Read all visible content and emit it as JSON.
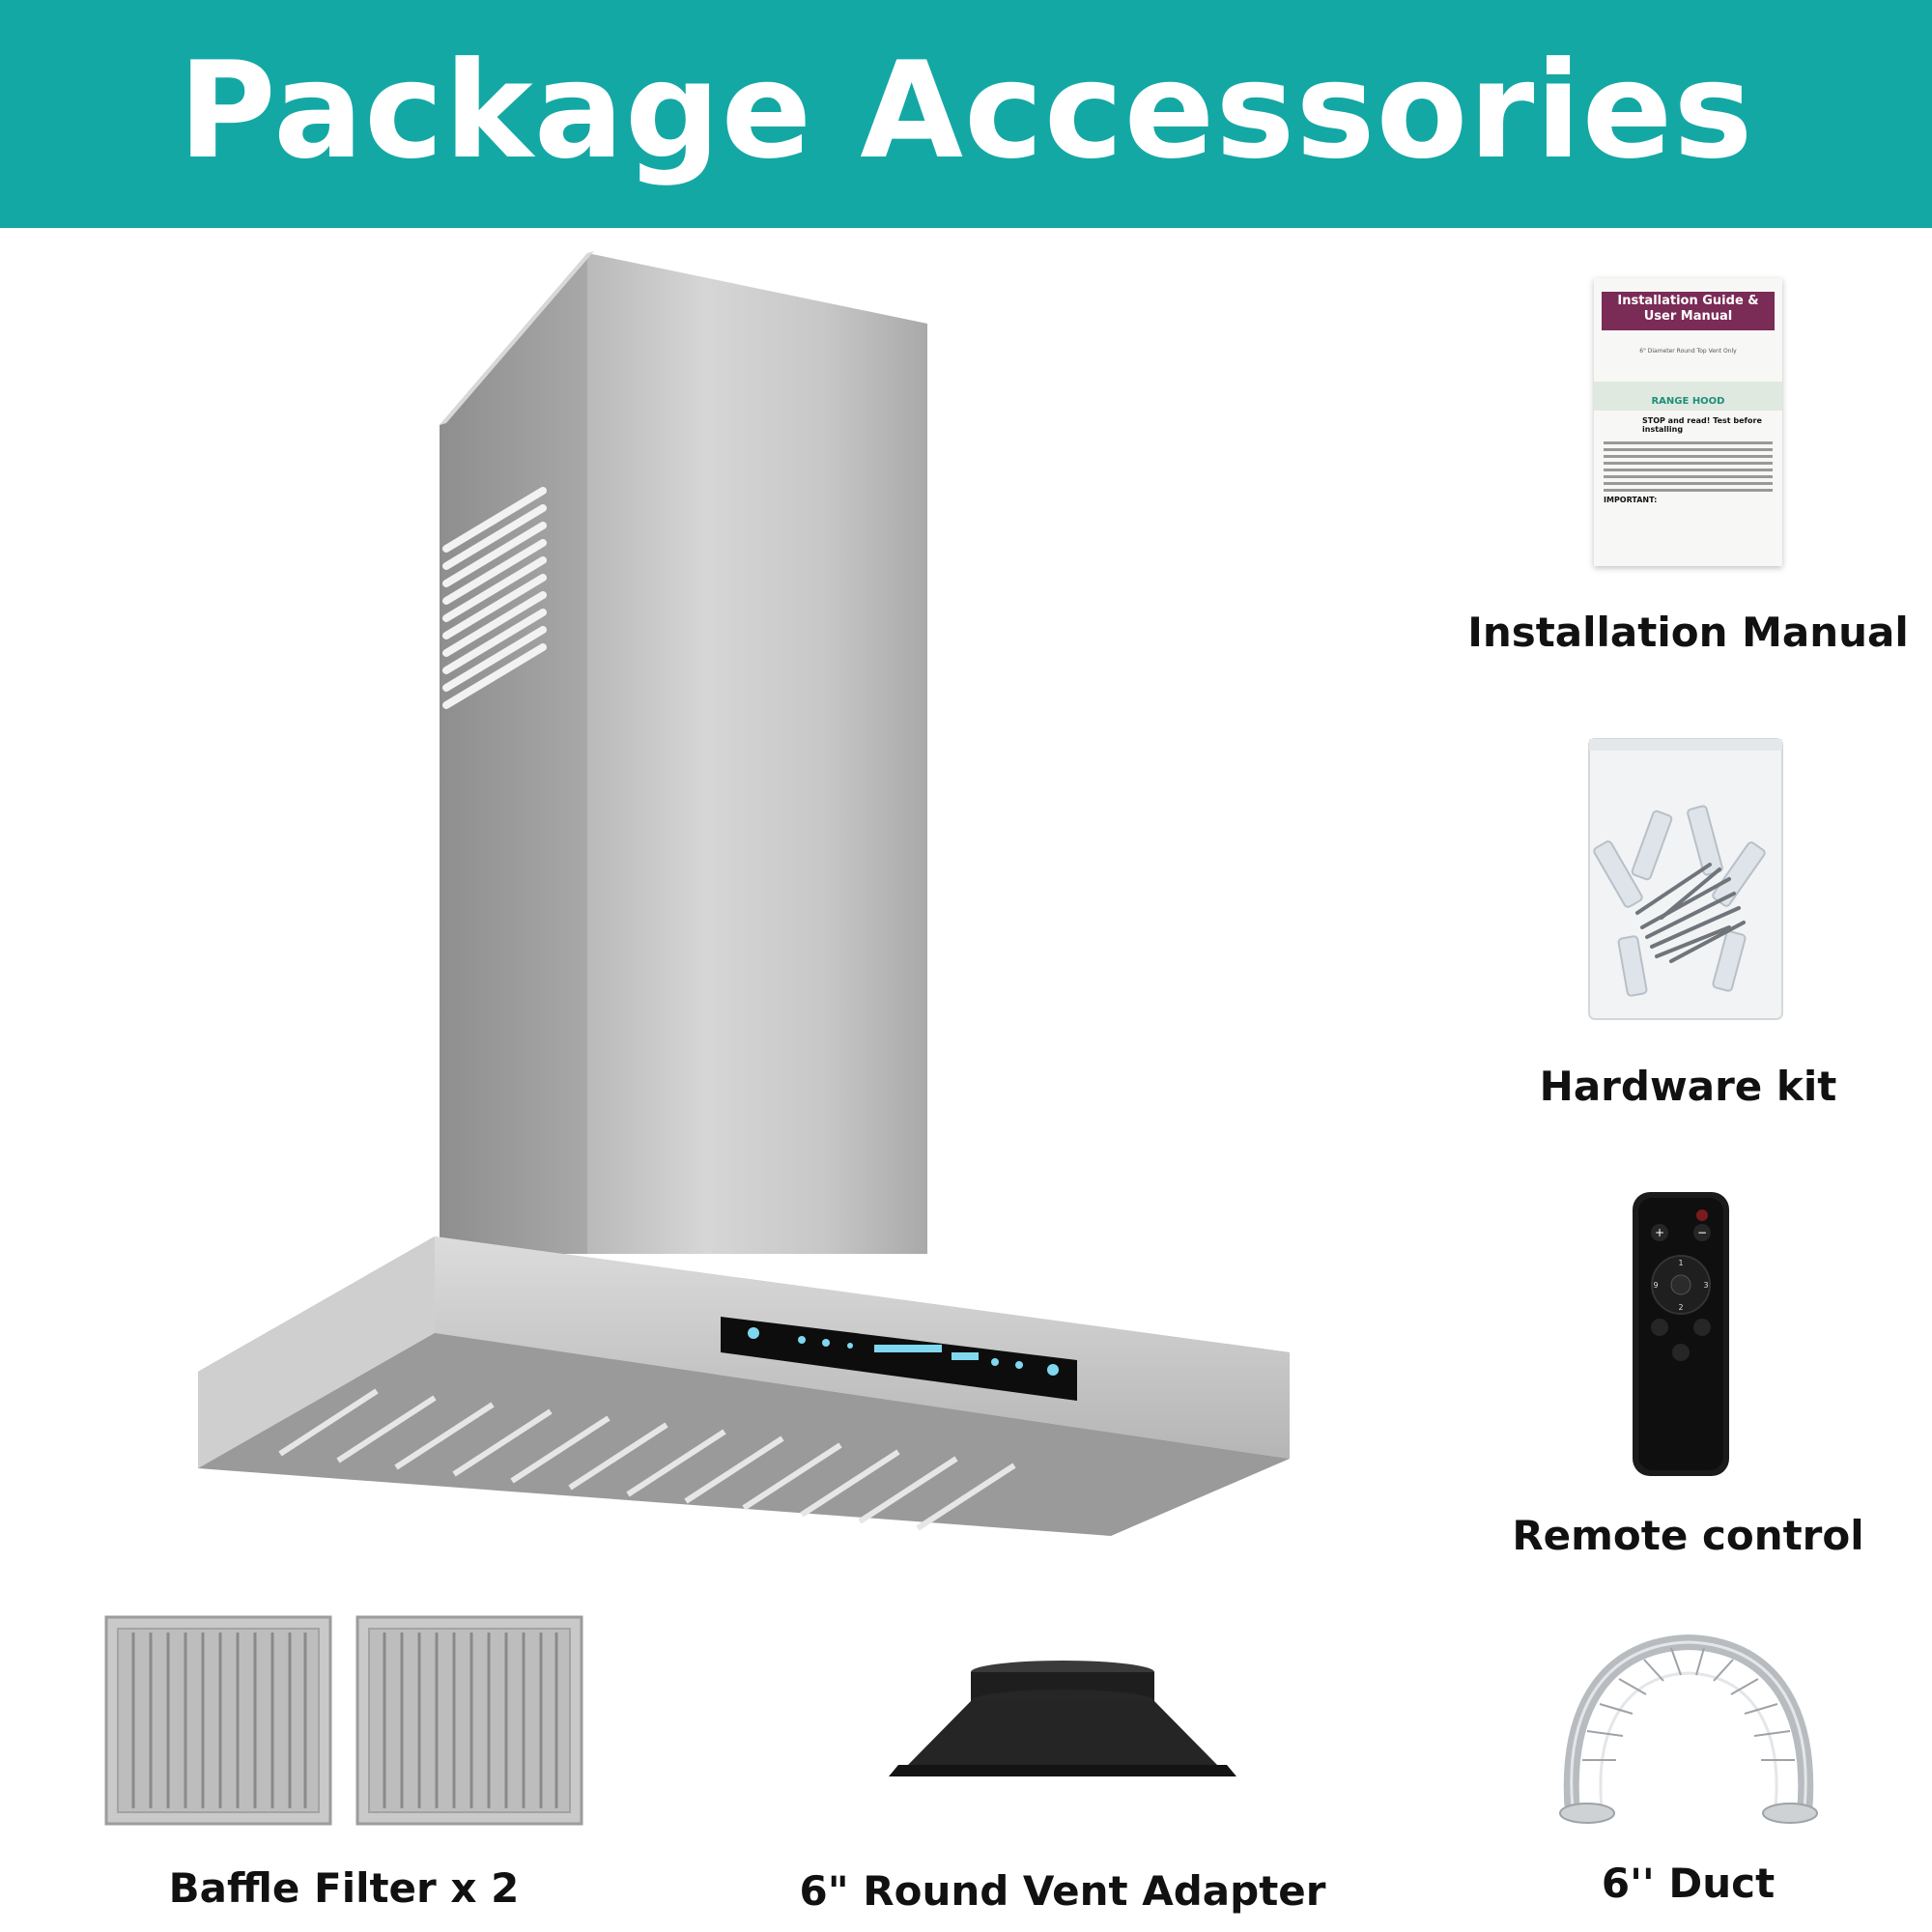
{
  "header": {
    "title": "Package Accessories",
    "background_color": "#14a8a5"
  },
  "manual_cover": {
    "heading": "Installation Guide & User Manual",
    "subtitle": "6\" Diameter Round Top Vent Only",
    "band_text": "RANGE HOOD",
    "stop_text": "STOP and read! Test before installing",
    "important_text": "IMPORTANT:"
  },
  "remote": {
    "plus": "+",
    "minus": "−",
    "num_1": "1",
    "num_2": "2",
    "num_3": "3",
    "num_9": "9"
  },
  "accessories": [
    {
      "label": "Installation Manual"
    },
    {
      "label": "Hardware kit"
    },
    {
      "label": "Remote control"
    },
    {
      "label": "Baffle Filter x 2"
    },
    {
      "label": "6\" Round Vent Adapter"
    },
    {
      "label": "6'' Duct"
    }
  ]
}
